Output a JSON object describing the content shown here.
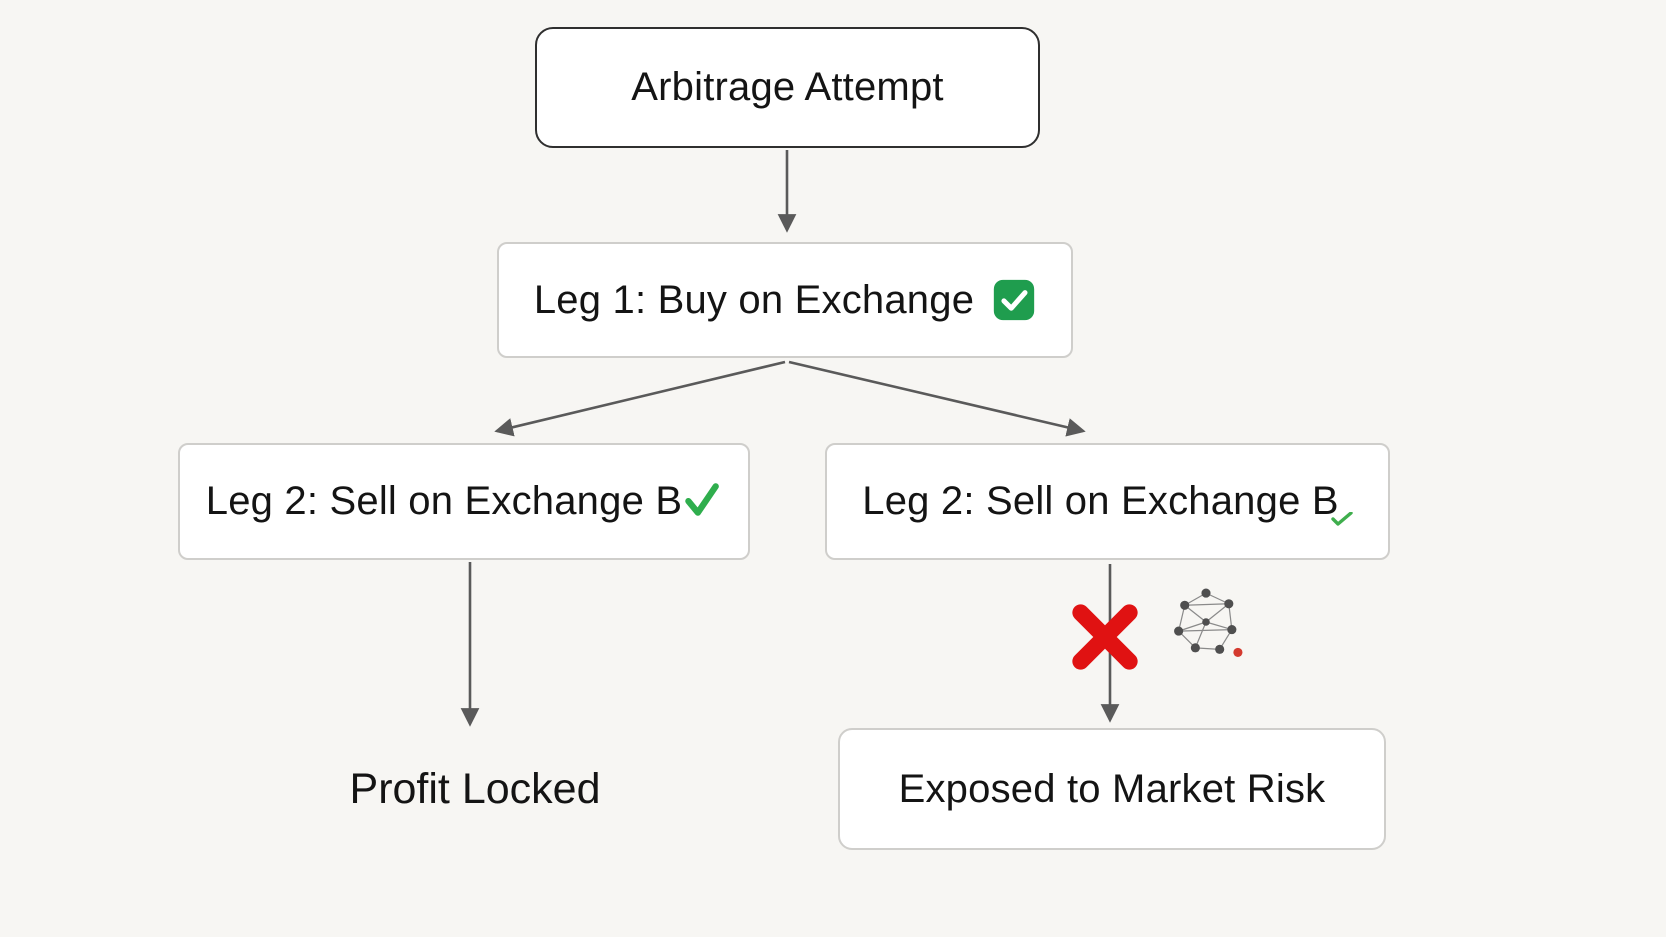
{
  "diagram": {
    "nodes": {
      "root": {
        "label": "Arbitrage Attempt"
      },
      "leg1": {
        "label": "Leg 1: Buy on Exchange",
        "status_icon": "green-check-badge"
      },
      "leg2_left": {
        "label": "Leg 2: Sell on Exchange B",
        "status_icon": "green-check"
      },
      "leg2_right": {
        "label": "Leg 2: Sell on Exchange B",
        "status_icon": "small-green-check"
      },
      "profit": {
        "label": "Profit Locked"
      },
      "risk": {
        "label": "Exposed to Market Risk"
      }
    },
    "icons": {
      "failure": "red-x-icon",
      "network": "network-graph-icon"
    },
    "colors": {
      "background": "#f7f6f3",
      "node_fill": "#ffffff",
      "node_border_light": "#cfcecb",
      "node_border_dark": "#2f2f2f",
      "text": "#141414",
      "arrow": "#5a5a5a",
      "success_green": "#1f9d4e",
      "fail_red": "#e01212"
    }
  }
}
